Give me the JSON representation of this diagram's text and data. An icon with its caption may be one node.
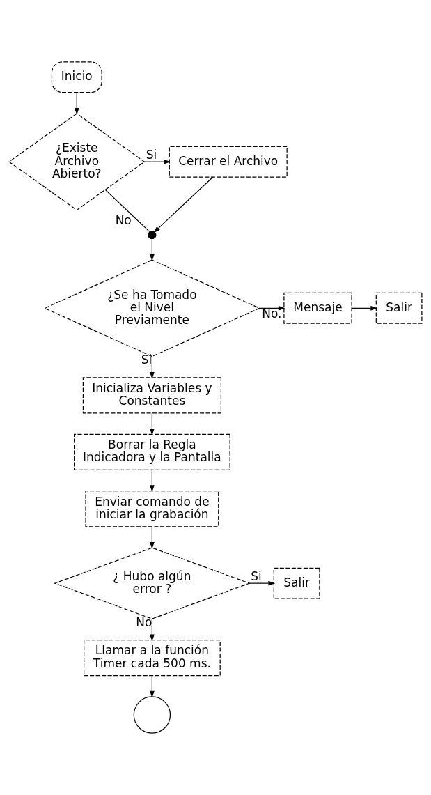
{
  "diagram": {
    "nodes": [
      {
        "text": [
          "Inicio"
        ]
      },
      {
        "text": [
          "¿Existe Archivo Abierto?"
        ]
      },
      {
        "text": [
          "Cerrar el Archivo"
        ]
      },
      {
        "text": [],
        "shape": "circle"
      },
      {
        "text": [
          "¿Se ha Tomado el Nivel Previamente"
        ]
      },
      {
        "text": [
          "Mensaje"
        ]
      },
      {
        "text": [
          "Salir"
        ]
      },
      {
        "text": [
          "Inicializa Variables y Constantes"
        ]
      },
      {
        "text": [
          "Borrar la Regla Indicadora y la Pantalla"
        ]
      },
      {
        "text": [
          "Enviar comando de iniciar la grabación"
        ]
      },
      {
        "text": [
          "¿ Hubo algún error ?"
        ]
      },
      {
        "text": [
          "Salir"
        ]
      },
      {
        "text": [
          "Llamar a la función Timer cada 500 ms."
        ]
      },
      {
        "text": [],
        "shape": "circle"
      }
    ],
    "edges": [
      {
        "from": 0,
        "to": 1,
        "arrow": "to"
      },
      {
        "from": 1,
        "to": 2,
        "arrow": "to",
        "label": "Si"
      },
      {
        "from": 2,
        "to": 3,
        "arrow": "to"
      },
      {
        "from": 1,
        "to": 3,
        "arrow": "none",
        "label": "No"
      },
      {
        "from": 3,
        "to": 4,
        "arrow": "to"
      },
      {
        "from": 4,
        "to": 5,
        "arrow": "to",
        "label": "No."
      },
      {
        "from": 5,
        "to": 6,
        "arrow": "to"
      },
      {
        "from": 4,
        "to": 7,
        "arrow": "to",
        "label": "Si"
      },
      {
        "from": 7,
        "to": 8,
        "arrow": "to"
      },
      {
        "from": 8,
        "to": 9,
        "arrow": "to"
      },
      {
        "from": 9,
        "to": 10,
        "arrow": "to"
      },
      {
        "from": 10,
        "to": 11,
        "arrow": "to",
        "label": "Si"
      },
      {
        "from": 10,
        "to": 12,
        "arrow": "to",
        "label": "No"
      },
      {
        "from": 12,
        "to": 13,
        "arrow": "to"
      }
    ]
  }
}
